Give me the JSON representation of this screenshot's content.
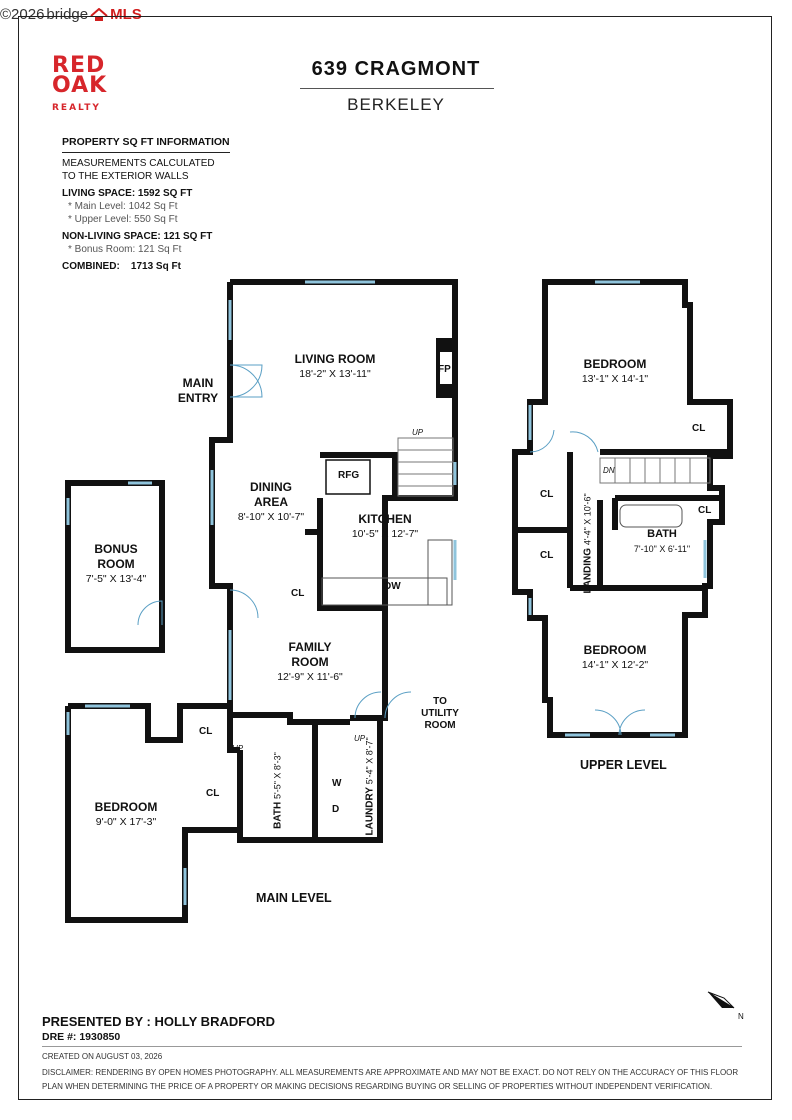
{
  "watermark": {
    "copyright": "©2026",
    "brand": "bridge",
    "mls": "MLS"
  },
  "logo": {
    "line1": "RED",
    "line2": "OAK",
    "line3": "REALTY"
  },
  "title": {
    "address": "639 CRAGMONT",
    "city": "BERKELEY"
  },
  "sqft": {
    "heading": "PROPERTY SQ FT INFORMATION",
    "note_line1": "MEASUREMENTS CALCULATED",
    "note_line2": "TO THE EXTERIOR WALLS",
    "living": "LIVING SPACE: 1592 SQ FT",
    "main_level": "*  Main Level:  1042 Sq Ft",
    "upper_level": "*  Upper Level:  550 Sq Ft",
    "non_living": "NON-LIVING SPACE: 121 SQ FT",
    "bonus_room": "*  Bonus Room:  121 Sq Ft",
    "combined_label": "COMBINED:",
    "combined_value": "1713 Sq Ft"
  },
  "rooms": {
    "living": {
      "name": "LIVING ROOM",
      "dim": "18'-2\" X 13'-11\""
    },
    "dining_l1": "DINING",
    "dining_l2": "AREA",
    "dining_dim": "8'-10\" X 10'-7\"",
    "kitchen": {
      "name": "KITCHEN",
      "dim": "10'-5\" X 12'-7\""
    },
    "bonus_l1": "BONUS",
    "bonus_l2": "ROOM",
    "bonus_dim": "7'-5\" X 13'-4\"",
    "family_l1": "FAMILY",
    "family_l2": "ROOM",
    "family_dim": "12'-9\" X 11'-6\"",
    "main_bedroom": {
      "name": "BEDROOM",
      "dim": "9'-0\" X 17'-3\""
    },
    "main_bath": {
      "name": "BATH",
      "dim": "5'-5\" X 8'-3\""
    },
    "laundry": {
      "name": "LAUNDRY",
      "dim": "5'-4\" X 8'-7\""
    },
    "upper_bed1": {
      "name": "BEDROOM",
      "dim": "13'-1\" X 14'-1\""
    },
    "upper_bed2": {
      "name": "BEDROOM",
      "dim": "14'-1\" X 12'-2\""
    },
    "upper_bath": {
      "name": "BATH",
      "dim": "7'-10\" X 6'-11\""
    },
    "landing": {
      "name": "LANDING",
      "dim": "4'-4\" X 10'-6\""
    }
  },
  "labels": {
    "main_entry_l1": "MAIN",
    "main_entry_l2": "ENTRY",
    "to_utility_l1": "TO",
    "to_utility_l2": "UTILITY",
    "to_utility_l3": "ROOM",
    "fp": "FP",
    "rfg": "RFG",
    "dw": "DW",
    "cl": "CL",
    "up": "UP",
    "dn": "DN",
    "w": "W",
    "d": "D"
  },
  "levels": {
    "main": "MAIN LEVEL",
    "upper": "UPPER LEVEL"
  },
  "footer": {
    "presented_by": "PRESENTED BY : HOLLY BRADFORD",
    "dre": "DRE #: 1930850",
    "created": "CREATED ON AUGUST 03, 2026",
    "disclaimer": "DISCLAIMER: RENDERING BY OPEN HOMES PHOTOGRAPHY. ALL MEASUREMENTS ARE APPROXIMATE AND MAY NOT BE EXACT. DO NOT RELY ON THE ACCURACY OF THIS FLOOR PLAN WHEN DETERMINING THE PRICE OF A PROPERTY OR MAKING DECISIONS REGARDING BUYING OR SELLING OF PROPERTIES WITHOUT INDEPENDENT VERIFICATION."
  },
  "colors": {
    "brand_red": "#d7262b",
    "wall": "#111111",
    "window": "#8fc4dc"
  },
  "compass": {
    "label": "N",
    "icon": "north-arrow-icon"
  }
}
